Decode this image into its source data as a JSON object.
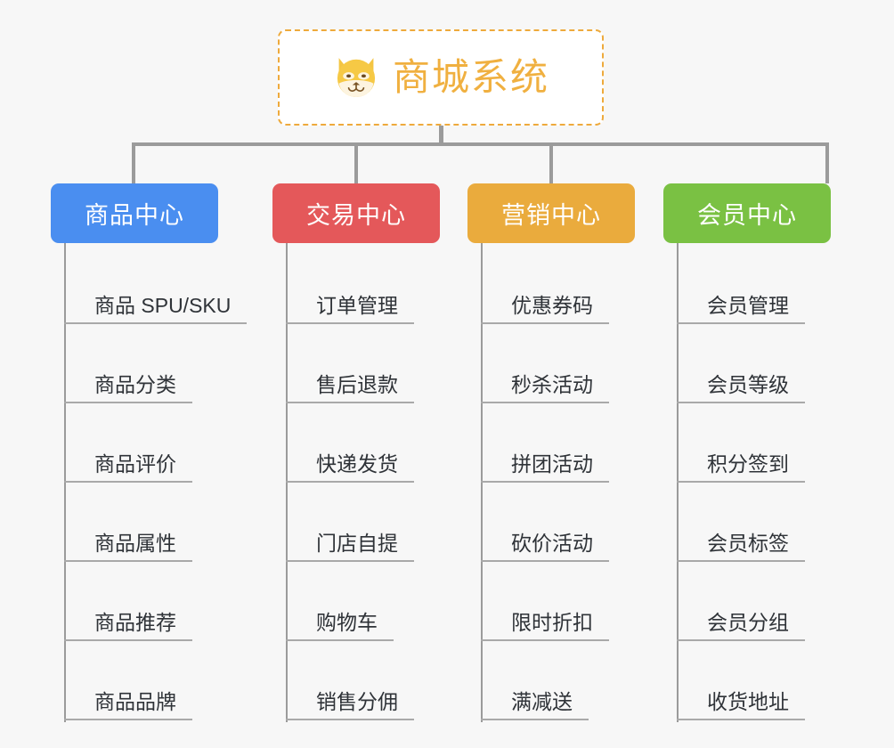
{
  "page": {
    "background_color": "#f7f7f7",
    "type": "mindmap"
  },
  "root": {
    "title": "商城系统",
    "icon": "shiba-dog-face-emoji",
    "border_color": "#eeaa3c",
    "text_color": "#f0b040",
    "background_color": "#ffffff"
  },
  "categories": [
    {
      "label": "商品中心",
      "color": "#4a8ef0",
      "items": [
        "商品 SPU/SKU",
        "商品分类",
        "商品评价",
        "商品属性",
        "商品推荐",
        "商品品牌"
      ]
    },
    {
      "label": "交易中心",
      "color": "#e4585a",
      "items": [
        "订单管理",
        "售后退款",
        "快递发货",
        "门店自提",
        "购物车",
        "销售分佣"
      ]
    },
    {
      "label": "营销中心",
      "color": "#eaab3d",
      "items": [
        "优惠券码",
        "秒杀活动",
        "拼团活动",
        "砍价活动",
        "限时折扣",
        "满减送"
      ]
    },
    {
      "label": "会员中心",
      "color": "#7ac143",
      "items": [
        "会员管理",
        "会员等级",
        "积分签到",
        "会员标签",
        "会员分组",
        "收货地址"
      ]
    }
  ],
  "connector": {
    "color": "#9b9b9b",
    "leaf_line_color": "#a9a9a9"
  }
}
